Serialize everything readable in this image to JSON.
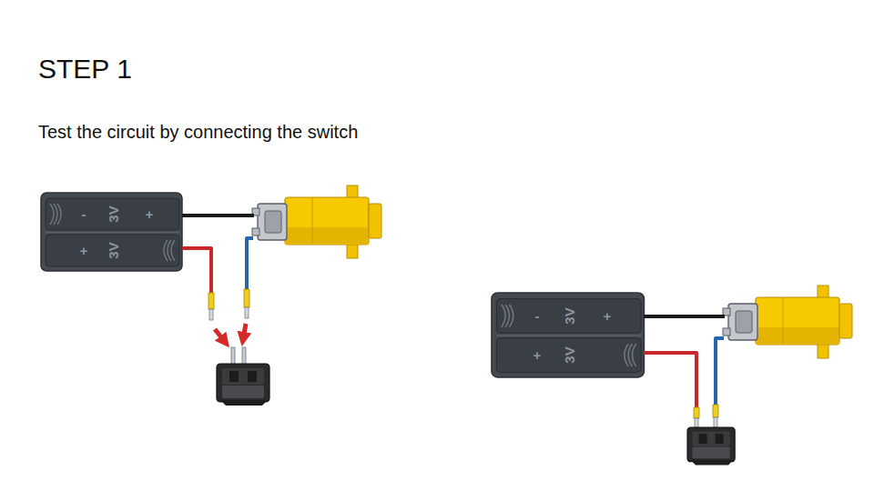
{
  "diagram": {
    "title": "STEP 1",
    "labels": [
      "Test the circuit by connecting the switch",
      "-",
      "3V",
      "+",
      "+",
      "3V",
      "-",
      "3V",
      "+",
      "+",
      "3V"
    ]
  }
}
